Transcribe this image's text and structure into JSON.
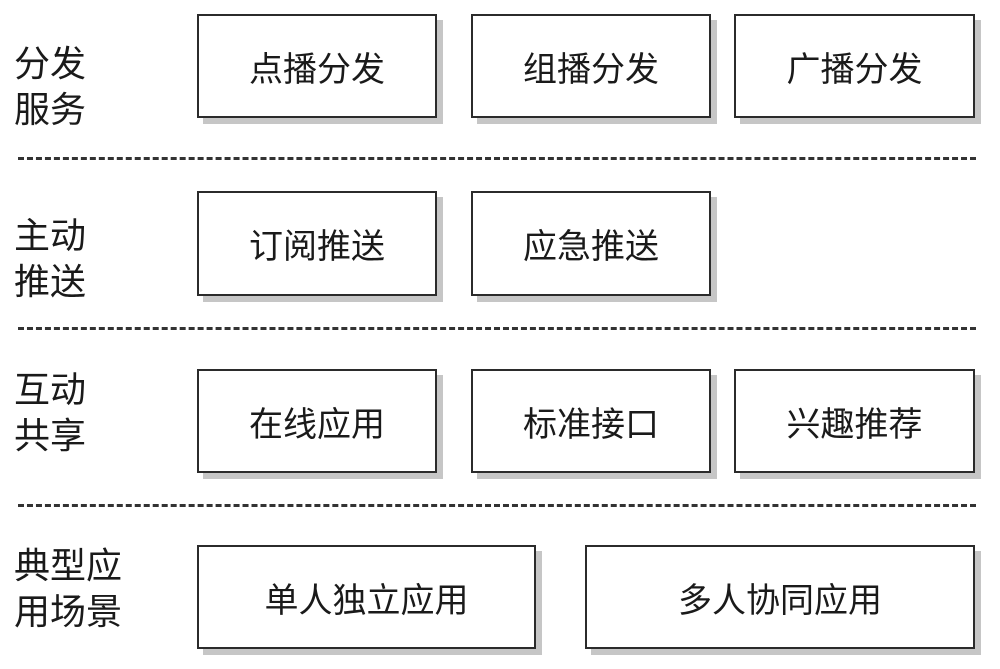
{
  "rows": [
    {
      "label_line1": "分发",
      "label_line2": "服务",
      "boxes": [
        "点播分发",
        "组播分发",
        "广播分发"
      ]
    },
    {
      "label_line1": "主动",
      "label_line2": "推送",
      "boxes": [
        "订阅推送",
        "应急推送"
      ]
    },
    {
      "label_line1": "互动",
      "label_line2": "共享",
      "boxes": [
        "在线应用",
        "标准接口",
        "兴趣推荐"
      ]
    },
    {
      "label_line1": "典型应",
      "label_line2": "用场景",
      "boxes": [
        "单人独立应用",
        "多人协同应用"
      ]
    }
  ]
}
